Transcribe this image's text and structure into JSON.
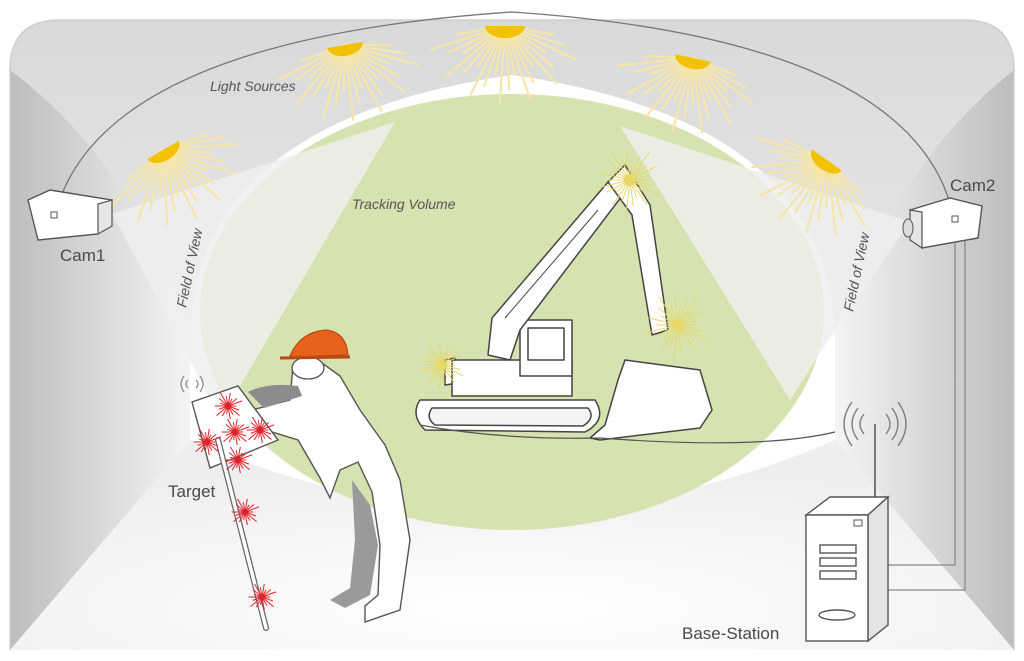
{
  "labels": {
    "light_sources": "Light Sources",
    "tracking_volume": "Tracking Volume",
    "cam1": "Cam1",
    "cam2": "Cam2",
    "fov_left": "Field of View",
    "fov_right": "Field of View",
    "target": "Target",
    "base_station": "Base-Station"
  },
  "colors": {
    "tracking_volume": "#d6e3b0",
    "hard_hat": "#e8621e",
    "light_core": "#f2c200",
    "light_rays": "#f5e6a8",
    "target_markers": "#e0202a",
    "wall_gray": "#d4d4d4",
    "outline": "#555555"
  }
}
